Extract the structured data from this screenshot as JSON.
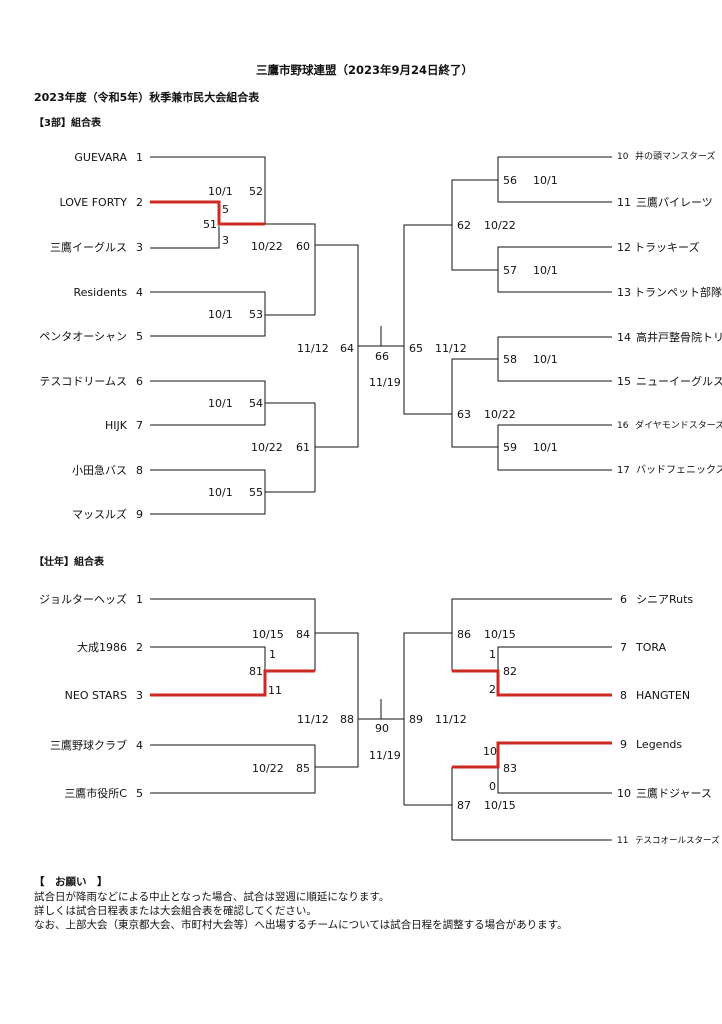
{
  "header": {
    "title": "三鷹市野球連盟（2023年9月24日終了）",
    "subtitle": "2023年度（令和5年）秋季兼市民大会組合表"
  },
  "section1": {
    "title": "【3部】組合表",
    "left_teams": [
      {
        "num": "1",
        "name": "GUEVARA"
      },
      {
        "num": "2",
        "name": "LOVE FORTY"
      },
      {
        "num": "3",
        "name": "三鷹イーグルス"
      },
      {
        "num": "4",
        "name": "Residents"
      },
      {
        "num": "5",
        "name": "ペンタオーシャン"
      },
      {
        "num": "6",
        "name": "テスコドリームス"
      },
      {
        "num": "7",
        "name": "HIJK"
      },
      {
        "num": "8",
        "name": "小田急バス"
      },
      {
        "num": "9",
        "name": "マッスルズ"
      }
    ],
    "right_teams": [
      {
        "num": "10",
        "name": "井の頭マンスターズ"
      },
      {
        "num": "11",
        "name": "三鷹パイレーツ"
      },
      {
        "num": "12",
        "name": "トラッキーズ"
      },
      {
        "num": "13",
        "name": "トランペット部隊"
      },
      {
        "num": "14",
        "name": "高井戸整骨院トリ"
      },
      {
        "num": "15",
        "name": "ニューイーグルス"
      },
      {
        "num": "16",
        "name": "ダイヤモンドスターズ"
      },
      {
        "num": "17",
        "name": "バッドフェニックス"
      }
    ],
    "games": {
      "g51": "51",
      "g52": "52",
      "g53": "53",
      "g54": "54",
      "g55": "55",
      "g56": "56",
      "g57": "57",
      "g58": "58",
      "g59": "59",
      "g60": "60",
      "g61": "61",
      "g62": "62",
      "g63": "63",
      "g64": "64",
      "g65": "65",
      "g66": "66"
    },
    "dates": {
      "d52": "10/1",
      "d53": "10/1",
      "d54": "10/1",
      "d55": "10/1",
      "d56": "10/1",
      "d57": "10/1",
      "d58": "10/1",
      "d59": "10/1",
      "d60": "10/22",
      "d61": "10/22",
      "d62": "10/22",
      "d63": "10/22",
      "d64": "11/12",
      "d65": "11/12",
      "d66": "11/19"
    },
    "scores": {
      "s2": "5",
      "s3": "3"
    }
  },
  "section2": {
    "title": "【壮年】組合表",
    "left_teams": [
      {
        "num": "1",
        "name": "ジョルターヘッズ"
      },
      {
        "num": "2",
        "name": "大成1986"
      },
      {
        "num": "3",
        "name": "NEO STARS"
      },
      {
        "num": "4",
        "name": "三鷹野球クラブ"
      },
      {
        "num": "5",
        "name": "三鷹市役所C"
      }
    ],
    "right_teams": [
      {
        "num": "6",
        "name": "シニアRuts"
      },
      {
        "num": "7",
        "name": "TORA"
      },
      {
        "num": "8",
        "name": "HANGTEN"
      },
      {
        "num": "9",
        "name": "Legends"
      },
      {
        "num": "10",
        "name": "三鷹ドジャース"
      },
      {
        "num": "11",
        "name": "テスコオールスターズ"
      }
    ],
    "games": {
      "g81": "81",
      "g82": "82",
      "g83": "83",
      "g84": "84",
      "g85": "85",
      "g86": "86",
      "g87": "87",
      "g88": "88",
      "g89": "89",
      "g90": "90"
    },
    "dates": {
      "d84": "10/15",
      "d85": "10/22",
      "d86": "10/15",
      "d87": "10/15",
      "d88": "11/12",
      "d89": "11/12",
      "d90": "11/19"
    },
    "scores": {
      "s2": "1",
      "s3": "11",
      "s7": "1",
      "s8": "2",
      "s9": "10",
      "s10": "0"
    }
  },
  "notes": {
    "heading": "【　お願い　】",
    "lines": [
      "試合日が降雨などによる中止となった場合、試合は翌週に順延になります。",
      "詳しくは試合日程表または大会組合表を確認してください。",
      "なお、上部大会（東京都大会、市町村大会等）へ出場するチームについては試合日程を調整する場合があります。"
    ]
  },
  "colors": {
    "winner_line": "#cc2a22",
    "line": "#111111"
  }
}
